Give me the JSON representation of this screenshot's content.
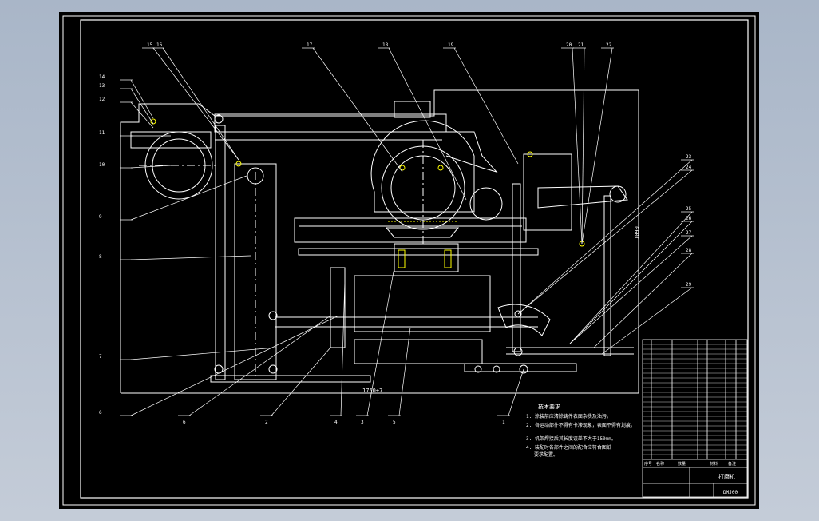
{
  "colors": {
    "background": "#b7c1d0",
    "sheet": "#000000",
    "line": "#ffffff",
    "accent": "#ffff00"
  },
  "leaders_left": [
    "14",
    "13",
    "12",
    "11",
    "10",
    "9",
    "8",
    "7",
    "6"
  ],
  "leaders_top": [
    "15",
    "16",
    "17",
    "18",
    "19",
    "20",
    "21",
    "22"
  ],
  "leaders_right": [
    "23",
    "24",
    "25",
    "26",
    "27",
    "28",
    "29"
  ],
  "leaders_bottom": [
    "6",
    "2",
    "4",
    "3",
    "5",
    "1"
  ],
  "dimensions": {
    "bottom": "1750±7",
    "right": "1090"
  },
  "notes": {
    "heading": "技术要求",
    "lines": [
      "1. 涂装前应清除铸件表面杂质及油污。",
      "2. 各运动部件不得有卡滞现象，表面不得有划痕。",
      "3. 机架焊接后其长度误差不大于150mm。",
      "4. 装配时各部件之间的配合应符合图纸",
      "要求配置。"
    ]
  },
  "title_block": {
    "header_labels": [
      "序号",
      "名称",
      "数量",
      "材料",
      "备注"
    ],
    "drawing_name": "打磨机",
    "drawing_no": "DMJ00",
    "row_count": 25
  }
}
